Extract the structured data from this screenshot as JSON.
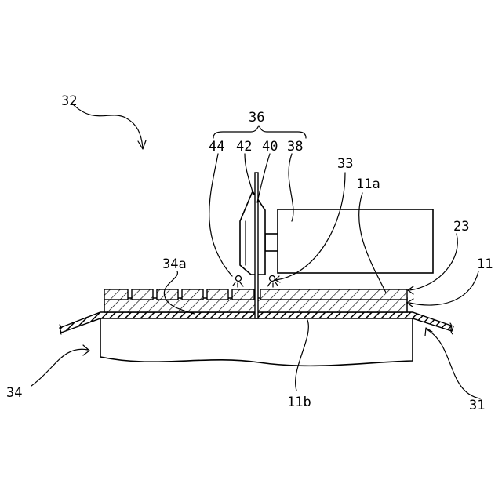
{
  "labels": {
    "l32": "32",
    "l36": "36",
    "l44": "44",
    "l42": "42",
    "l40": "40",
    "l38": "38",
    "l33": "33",
    "l11a": "11a",
    "l23": "23",
    "l11": "11",
    "l34a": "34a",
    "l34": "34",
    "l11b": "11b",
    "l31": "31"
  }
}
